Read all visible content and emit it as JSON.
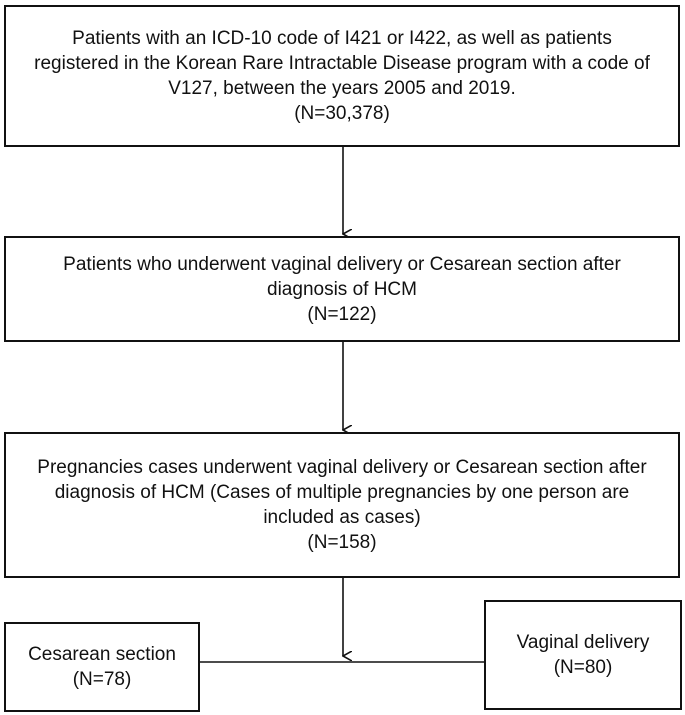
{
  "flowchart": {
    "nodes": [
      {
        "id": "all_patients",
        "lines": [
          "Patients with an ICD-10 code of I421 or I422, as well as patients",
          "registered in the Korean Rare Intractable Disease program with a code of",
          "V127, between the years 2005 and 2019."
        ],
        "count": "(N=30,378)"
      },
      {
        "id": "delivered_patients",
        "lines": [
          "Patients who underwent vaginal delivery or Cesarean section after",
          "diagnosis of HCM"
        ],
        "count": "(N=122)"
      },
      {
        "id": "pregnancy_cases",
        "lines": [
          "Pregnancies cases underwent vaginal delivery or Cesarean section after",
          "diagnosis of HCM (Cases of multiple pregnancies by one person are",
          "included as cases)"
        ],
        "count": "(N=158)"
      },
      {
        "id": "cesarean",
        "lines": [
          "Cesarean section"
        ],
        "count": "(N=78)"
      },
      {
        "id": "vaginal",
        "lines": [
          "Vaginal delivery"
        ],
        "count": "(N=80)"
      }
    ],
    "edges": [
      {
        "from": "all_patients",
        "to": "delivered_patients"
      },
      {
        "from": "delivered_patients",
        "to": "pregnancy_cases"
      },
      {
        "from": "pregnancy_cases",
        "to": "cesarean"
      },
      {
        "from": "pregnancy_cases",
        "to": "vaginal"
      }
    ],
    "colors": {
      "stroke": "#111111",
      "background": "#ffffff",
      "text": "#111111"
    }
  }
}
